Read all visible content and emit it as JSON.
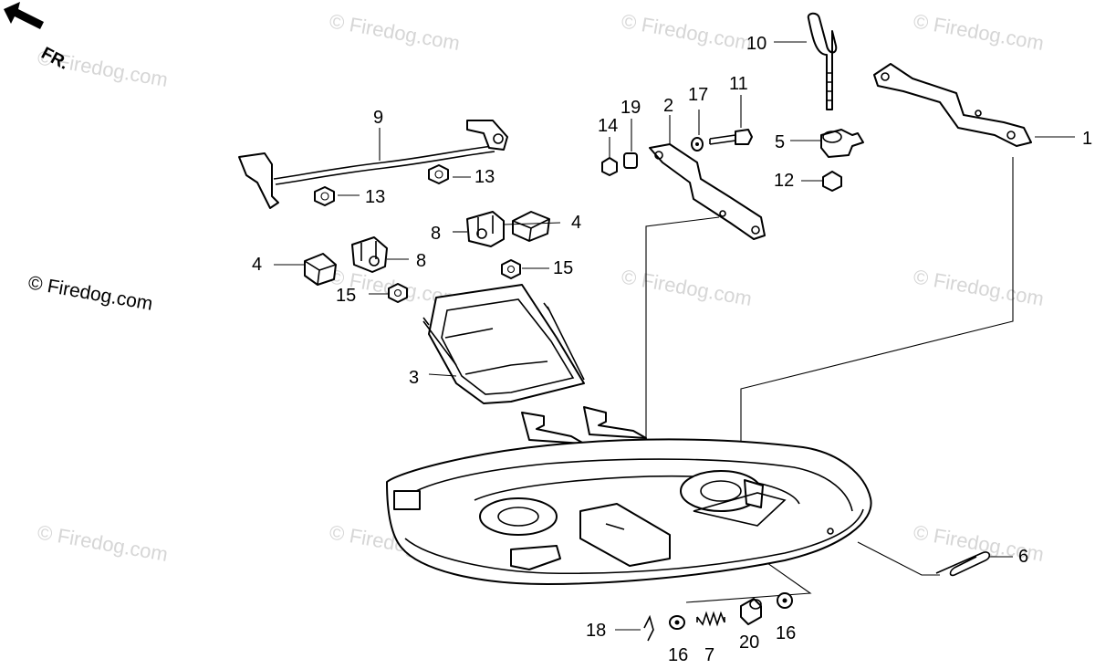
{
  "direction_label": "FR.",
  "copyright_text": "© Firedog.com",
  "watermark_text": "© Firedog.com",
  "callouts": {
    "c1": "1",
    "c2": "2",
    "c3": "3",
    "c4a": "4",
    "c4b": "4",
    "c5": "5",
    "c6": "6",
    "c7": "7",
    "c8a": "8",
    "c8b": "8",
    "c9": "9",
    "c10": "10",
    "c11": "11",
    "c12": "12",
    "c13a": "13",
    "c13b": "13",
    "c14": "14",
    "c15a": "15",
    "c15b": "15",
    "c16a": "16",
    "c16b": "16",
    "c17": "17",
    "c18": "18",
    "c19": "19",
    "c20": "20"
  }
}
